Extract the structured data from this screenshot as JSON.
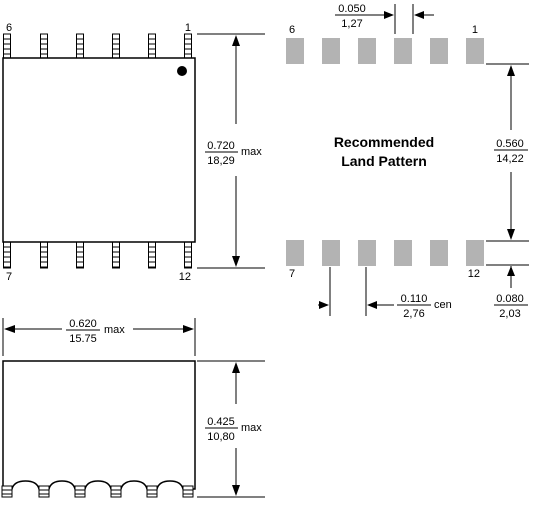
{
  "top_view": {
    "pin_label_top_left": "6",
    "pin_label_top_right": "1",
    "pin_label_bottom_left": "7",
    "pin_label_bottom_right": "12",
    "height_dim": {
      "inch": "0.720",
      "mm": "18,29",
      "suffix": "max"
    }
  },
  "land_pattern": {
    "title_line1": "Recommended",
    "title_line2": "Land Pattern",
    "pad_label_top_left": "6",
    "pad_label_top_right": "1",
    "pad_label_bottom_left": "7",
    "pad_label_bottom_right": "12",
    "pad_width_dim": {
      "inch": "0.050",
      "mm": "1,27"
    },
    "row_spacing_dim": {
      "inch": "0.560",
      "mm": "14,22"
    },
    "pitch_dim": {
      "inch": "0.110",
      "mm": "2,76",
      "suffix": "cen"
    },
    "pad_length_dim": {
      "inch": "0.080",
      "mm": "2,03"
    }
  },
  "side_view": {
    "width_dim": {
      "inch": "0.620",
      "mm": "15.75",
      "suffix": "max"
    },
    "height_dim": {
      "inch": "0.425",
      "mm": "10,80",
      "suffix": "max"
    }
  }
}
